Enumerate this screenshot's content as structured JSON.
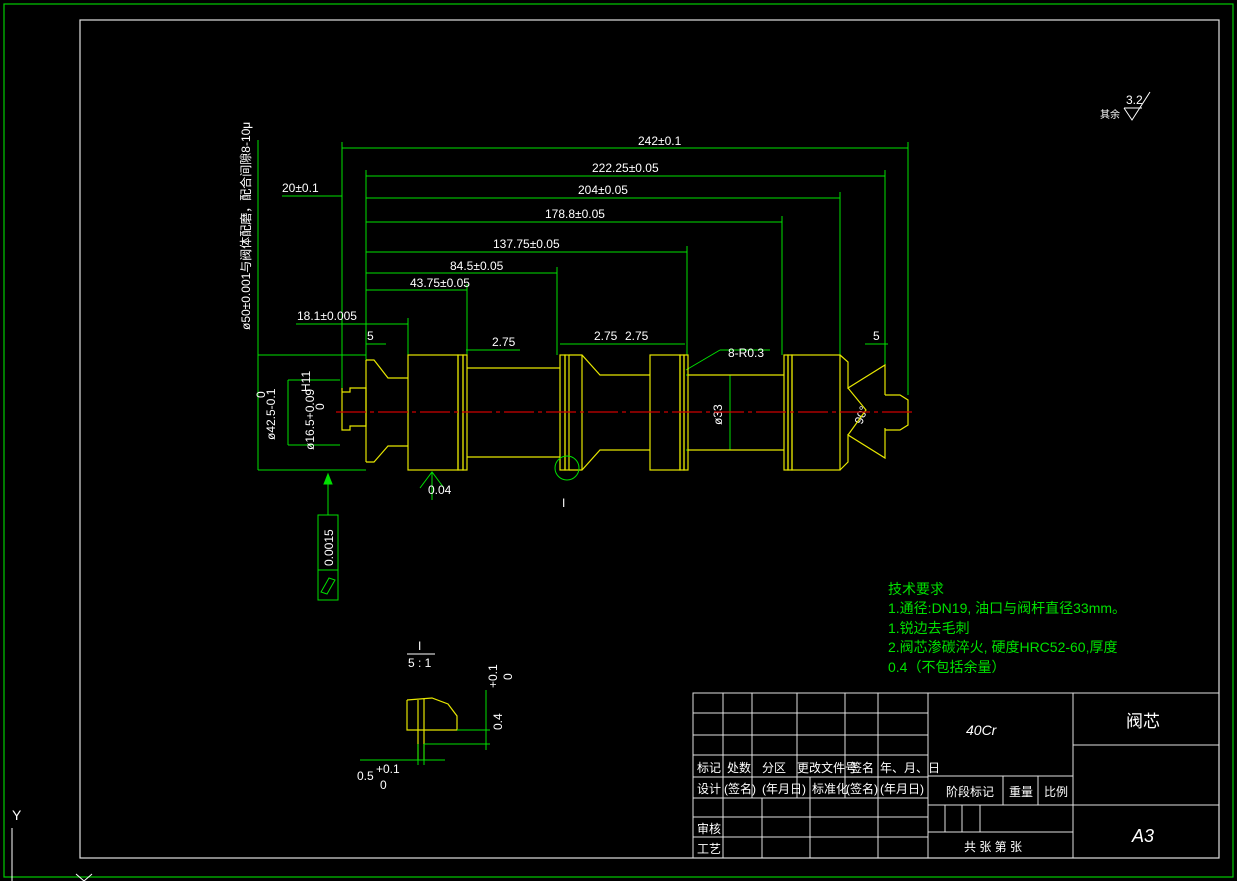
{
  "colors": {
    "background": "#000000",
    "frame": "#00cc00",
    "part_outline": "#e6e600",
    "dimension": "#00e000",
    "center_line": "#cc0000",
    "text": "#ffffff"
  },
  "roughness": {
    "label": "其余",
    "value": "3.2"
  },
  "dimensions": {
    "overall": "242±0.1",
    "d1": "222.25±0.05",
    "d2": "204±0.05",
    "d3": "178.8±0.05",
    "d4": "137.75±0.05",
    "d5": "84.5±0.05",
    "d6": "43.75±0.05",
    "left_offset": "20±0.1",
    "left_step": "18.1±0.005",
    "left_five": "5",
    "right_five": "5",
    "groove1": "2.75",
    "groove2": "2.75",
    "groove3": "2.75",
    "radius_note": "8-R0.3",
    "dia42": "ø42.5-0.1",
    "dia42_upper": "0",
    "dia16": "ø16.5+0.09",
    "dia16_tol": "H11",
    "dia16_lower": "0",
    "dia33": "ø33",
    "angle": "90°",
    "vertical_note": "ø50±0.001与阀体配磨，配合间隙8-10μ",
    "flatness": "0.04",
    "tolerance_value": "0.0015",
    "detail_marker": "I"
  },
  "detail": {
    "label": "I",
    "scale": "5 : 1",
    "height_dim": "0.4",
    "height_tol_upper": "+0.1",
    "height_tol_lower": "0",
    "width_dim": "0.5",
    "width_tol_upper": "+0.1",
    "width_tol_lower": "0"
  },
  "tech_requirements": {
    "title": "技术要求",
    "lines": [
      "1.通径:DN19, 油口与阀杆直径33mm。",
      "1.锐边去毛刺",
      "2.阀芯渗碳淬火, 硬度HRC52-60,厚度",
      "0.4（不包括余量）"
    ]
  },
  "title_block": {
    "material": "40Cr",
    "part_name": "阀芯",
    "paper_size": "A3",
    "header_labels": [
      "标记",
      "处数",
      "分区",
      "更改文件号",
      "签名",
      "年、月、日"
    ],
    "design_row": [
      "设计",
      "(签名)",
      "(年月日)",
      "标准化",
      "(签名)",
      "(年月日)"
    ],
    "review": "审核",
    "process": "工艺",
    "stage_mark": "阶段标记",
    "weight": "重量",
    "scale": "比例",
    "sheets": "共  张  第  张"
  },
  "ucs": {
    "axis_label": "Y"
  }
}
